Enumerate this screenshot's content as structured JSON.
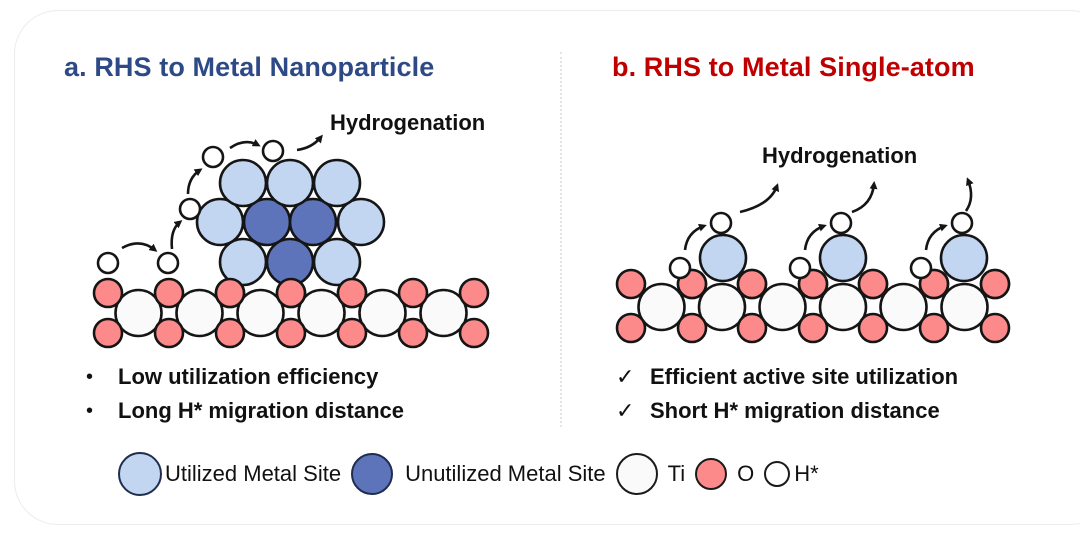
{
  "panels": {
    "a": {
      "title": "a. RHS to Metal Nanoparticle",
      "title_color": "#2e4a86",
      "hydrogenation_label": "Hydrogenation",
      "bullet_marker": "•",
      "bullets": [
        "Low utilization efficiency",
        "Long H* migration distance"
      ]
    },
    "b": {
      "title": "b. RHS to Metal Single-atom",
      "title_color": "#c00000",
      "hydrogenation_label": "Hydrogenation",
      "bullet_marker": "✓",
      "bullets": [
        "Efficient active site utilization",
        "Short H* migration distance"
      ]
    }
  },
  "legend": {
    "items": [
      {
        "key": "utilized-metal-site",
        "label": "Utilized Metal Site",
        "color": "#c2d6f2"
      },
      {
        "key": "unutilized-metal-site",
        "label": "Unutilized Metal Site",
        "color": "#5d74ba"
      },
      {
        "key": "ti",
        "label": "Ti",
        "color": "#fafafa"
      },
      {
        "key": "o",
        "label": "O",
        "color": "#fd8a8a"
      },
      {
        "key": "h-star",
        "label": "H*",
        "color": "#ffffff"
      }
    ]
  },
  "colors": {
    "utilized": "#c2d6f2",
    "unutilized": "#5d74ba",
    "ti": "#fafafa",
    "o": "#fd8a8a",
    "h": "#ffffff",
    "outline": "#151515"
  }
}
